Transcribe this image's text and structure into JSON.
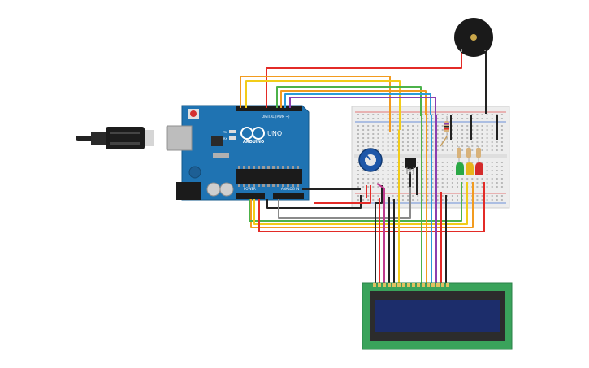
{
  "arduino": {
    "brand": "ARDUINO",
    "model": "UNO",
    "digital_label": "DIGITAL (PWM ~)",
    "analog_label": "ANALOG IN",
    "power_label": "POWER",
    "tx_label": "TX",
    "rx_label": "RX"
  },
  "buzzer": {
    "plus_label": "+",
    "minus_label": "-"
  },
  "icons": [
    "usb-cable-icon",
    "arduino-uno-board-icon",
    "piezo-buzzer-icon",
    "breadboard-icon",
    "potentiometer-icon",
    "temperature-sensor-icon",
    "led-icon",
    "resistor-icon",
    "lcd-16x2-icon"
  ],
  "colors": {
    "board": "#1f73b2",
    "breadboard": "#ededed",
    "lcd_pcb": "#3aa35b",
    "lcd_screen": "#1c2d6b",
    "wire_red": "#e32b27",
    "wire_orange": "#f29b1f",
    "wire_yellow": "#f2cc18",
    "wire_green": "#4cb24a",
    "wire_blue": "#2b9bd8",
    "wire_purple": "#8a3fb0",
    "wire_black": "#222222",
    "wire_gray": "#8a8a8a",
    "wire_magenta": "#c03a8f",
    "led_green": "#2aa845",
    "led_yellow": "#e8b51a",
    "led_red": "#d42a2a"
  }
}
